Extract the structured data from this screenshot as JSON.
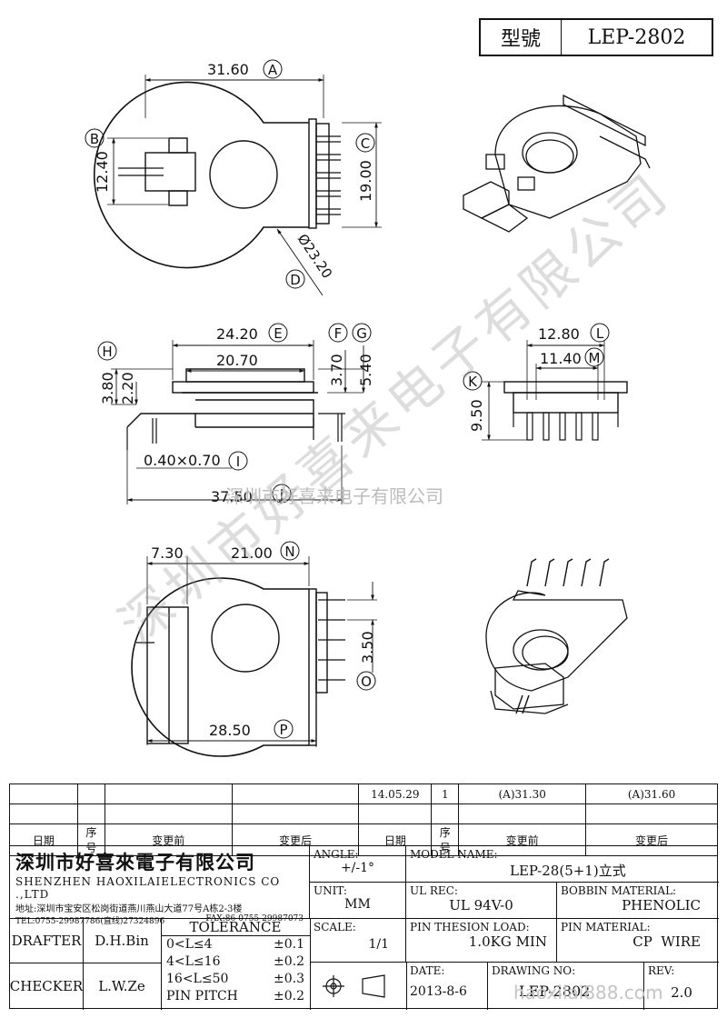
{
  "title_block": {
    "label": "型號",
    "model": "LEP-2802"
  },
  "dims": {
    "A": {
      "value": "31.60",
      "letter": "A"
    },
    "B": {
      "value": "12.40",
      "letter": "B"
    },
    "C": {
      "value": "19.00",
      "letter": "C"
    },
    "D": {
      "value": "Ø23.20",
      "letter": "D"
    },
    "E": {
      "value": "24.20",
      "letter": "E"
    },
    "E2": {
      "value": "20.70"
    },
    "F": {
      "value": "3.70",
      "letter": "F"
    },
    "G": {
      "value": "5.40",
      "letter": "G"
    },
    "H": {
      "value": "3.80",
      "letter": "H"
    },
    "H2": {
      "value": "2.20"
    },
    "I": {
      "value": "0.40×0.70",
      "letter": "I"
    },
    "J": {
      "value": "37.50",
      "letter": "J"
    },
    "K": {
      "value": "9.50",
      "letter": "K"
    },
    "L": {
      "value": "12.80",
      "letter": "L"
    },
    "M": {
      "value": "11.40",
      "letter": "M"
    },
    "N": {
      "value": "21.00",
      "letter": "N"
    },
    "N2": {
      "value": "7.30"
    },
    "O": {
      "value": "3.50",
      "letter": "O"
    },
    "P": {
      "value": "28.50",
      "letter": "P"
    }
  },
  "watermark": "深圳市好喜来电子有限公司",
  "watermark_url": "haoxilai888.com",
  "revision": {
    "row1": {
      "date": "14.05.29",
      "seq": "1",
      "before": "(A)31.30",
      "after": "(A)31.60"
    },
    "headers": {
      "date": "日期",
      "seq": "序号",
      "before": "变更前",
      "after": "变更后"
    }
  },
  "company": {
    "name_cn": "深圳市好喜來電子有限公司",
    "name_en": "SHENZHEN HAOXILAIELECTRONICS CO .,LTD",
    "address": "地址:深圳市宝安区松岗街道燕川燕山大道77号A栋2-3楼",
    "tel": "TEL:0755-29987786(直线)27324896",
    "fax": "FAX:86-0755-29987073"
  },
  "drafter": {
    "label": "DRAFTER",
    "name": "D.H.Bin"
  },
  "checker": {
    "label": "CHECKER",
    "name": "L.W.Ze"
  },
  "tolerance": {
    "title": "TOLERANCE",
    "rows": [
      {
        "range": "0<L≤4",
        "tol": "±0.1"
      },
      {
        "range": "4<L≤16",
        "tol": "±0.2"
      },
      {
        "range": "16<L≤50",
        "tol": "±0.3"
      },
      {
        "range": "PIN PITCH",
        "tol": "±0.2"
      }
    ]
  },
  "angle": {
    "label": "ANGLE:",
    "value": "+/-1°"
  },
  "unit": {
    "label": "UNIT:",
    "value": "MM"
  },
  "scale": {
    "label": "SCALE:",
    "value": "1/1"
  },
  "model_name": {
    "label": "MODEL NAME:",
    "value": "LEP-28(5+1)立式"
  },
  "ul_rec": {
    "label": "UL REC:",
    "value": "UL 94V-0"
  },
  "bobbin_material": {
    "label": "BOBBIN MATERIAL:",
    "value": "PHENOLIC"
  },
  "pin_tension": {
    "label": "PIN THESION LOAD:",
    "value": "1.0KG MIN"
  },
  "pin_material": {
    "label": "PIN MATERIAL:",
    "value": "CP  WIRE"
  },
  "date": {
    "label": "DATE:",
    "value": "2013-8-6"
  },
  "drawing_no": {
    "label": "DRAWING NO:",
    "value": "LEP-2802"
  },
  "rev": {
    "label": "REV:",
    "value": "2.0"
  }
}
